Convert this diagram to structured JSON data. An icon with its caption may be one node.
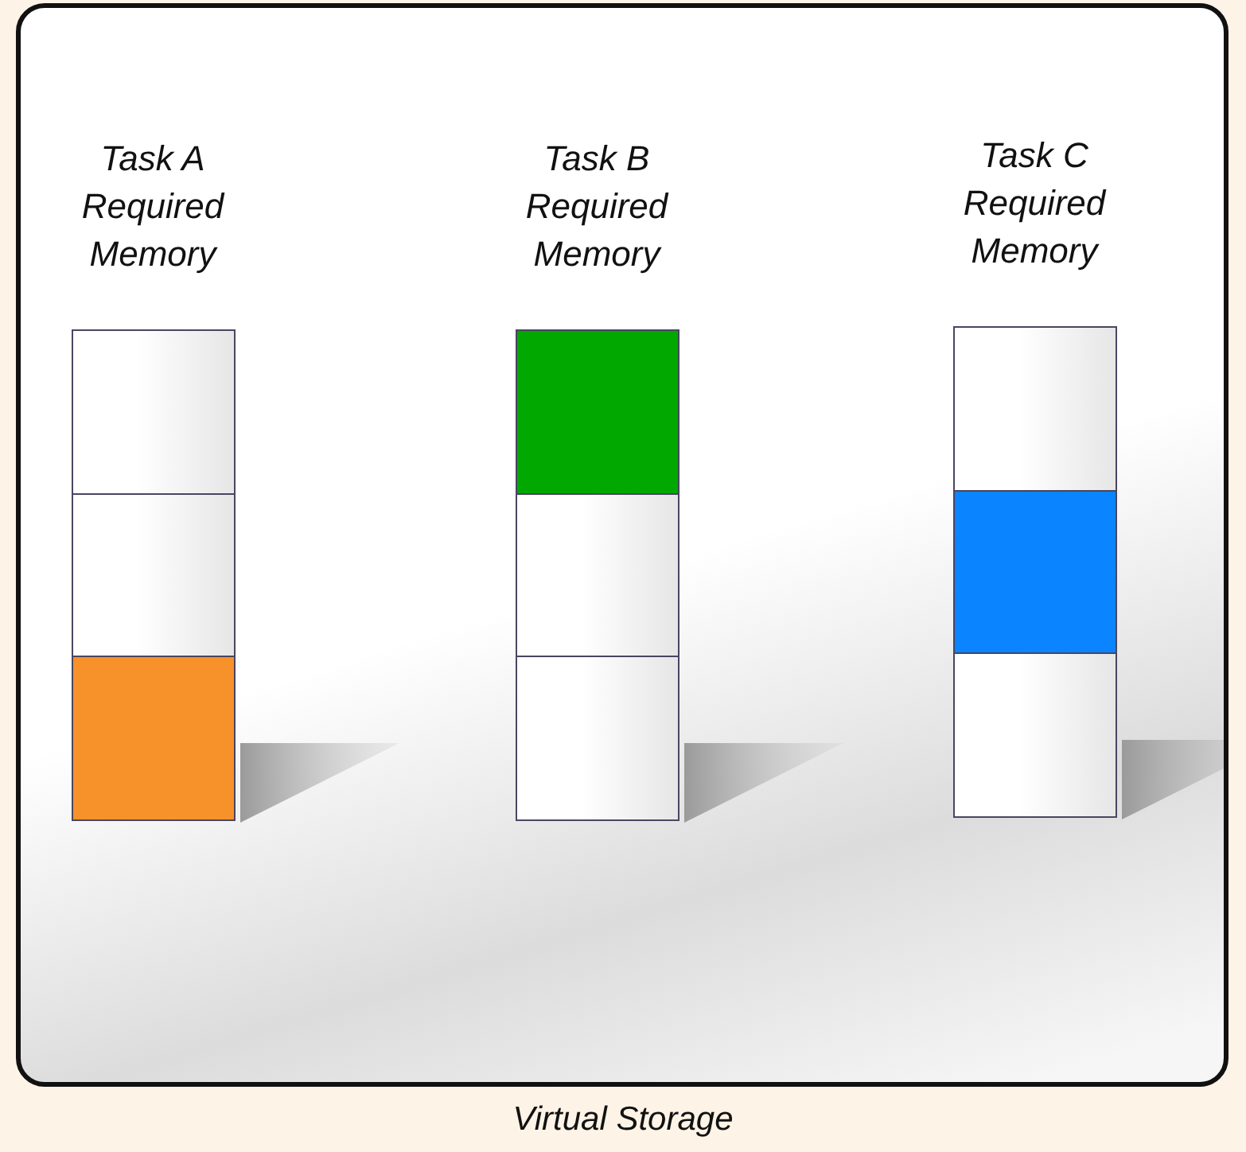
{
  "diagram": {
    "nodes": [
      {
        "text": [
          "Virtual Storage"
        ]
      },
      {
        "text": [
          "Task A Required Memory"
        ],
        "in": 0
      },
      {
        "text": [],
        "shape": "box",
        "in": 0
      },
      {
        "text": [],
        "shape": "box",
        "in": 0
      },
      {
        "text": [],
        "shape": "box",
        "in": 0
      },
      {
        "text": [
          "Task B Required Memory"
        ],
        "in": 0
      },
      {
        "text": [],
        "shape": "box",
        "in": 0
      },
      {
        "text": [],
        "shape": "box",
        "in": 0
      },
      {
        "text": [],
        "shape": "box",
        "in": 0
      },
      {
        "text": [
          "Task C Required Memory"
        ],
        "in": 0
      },
      {
        "text": [],
        "shape": "box",
        "in": 0
      },
      {
        "text": [],
        "shape": "box",
        "in": 0
      },
      {
        "text": [],
        "shape": "box",
        "in": 0
      }
    ]
  }
}
